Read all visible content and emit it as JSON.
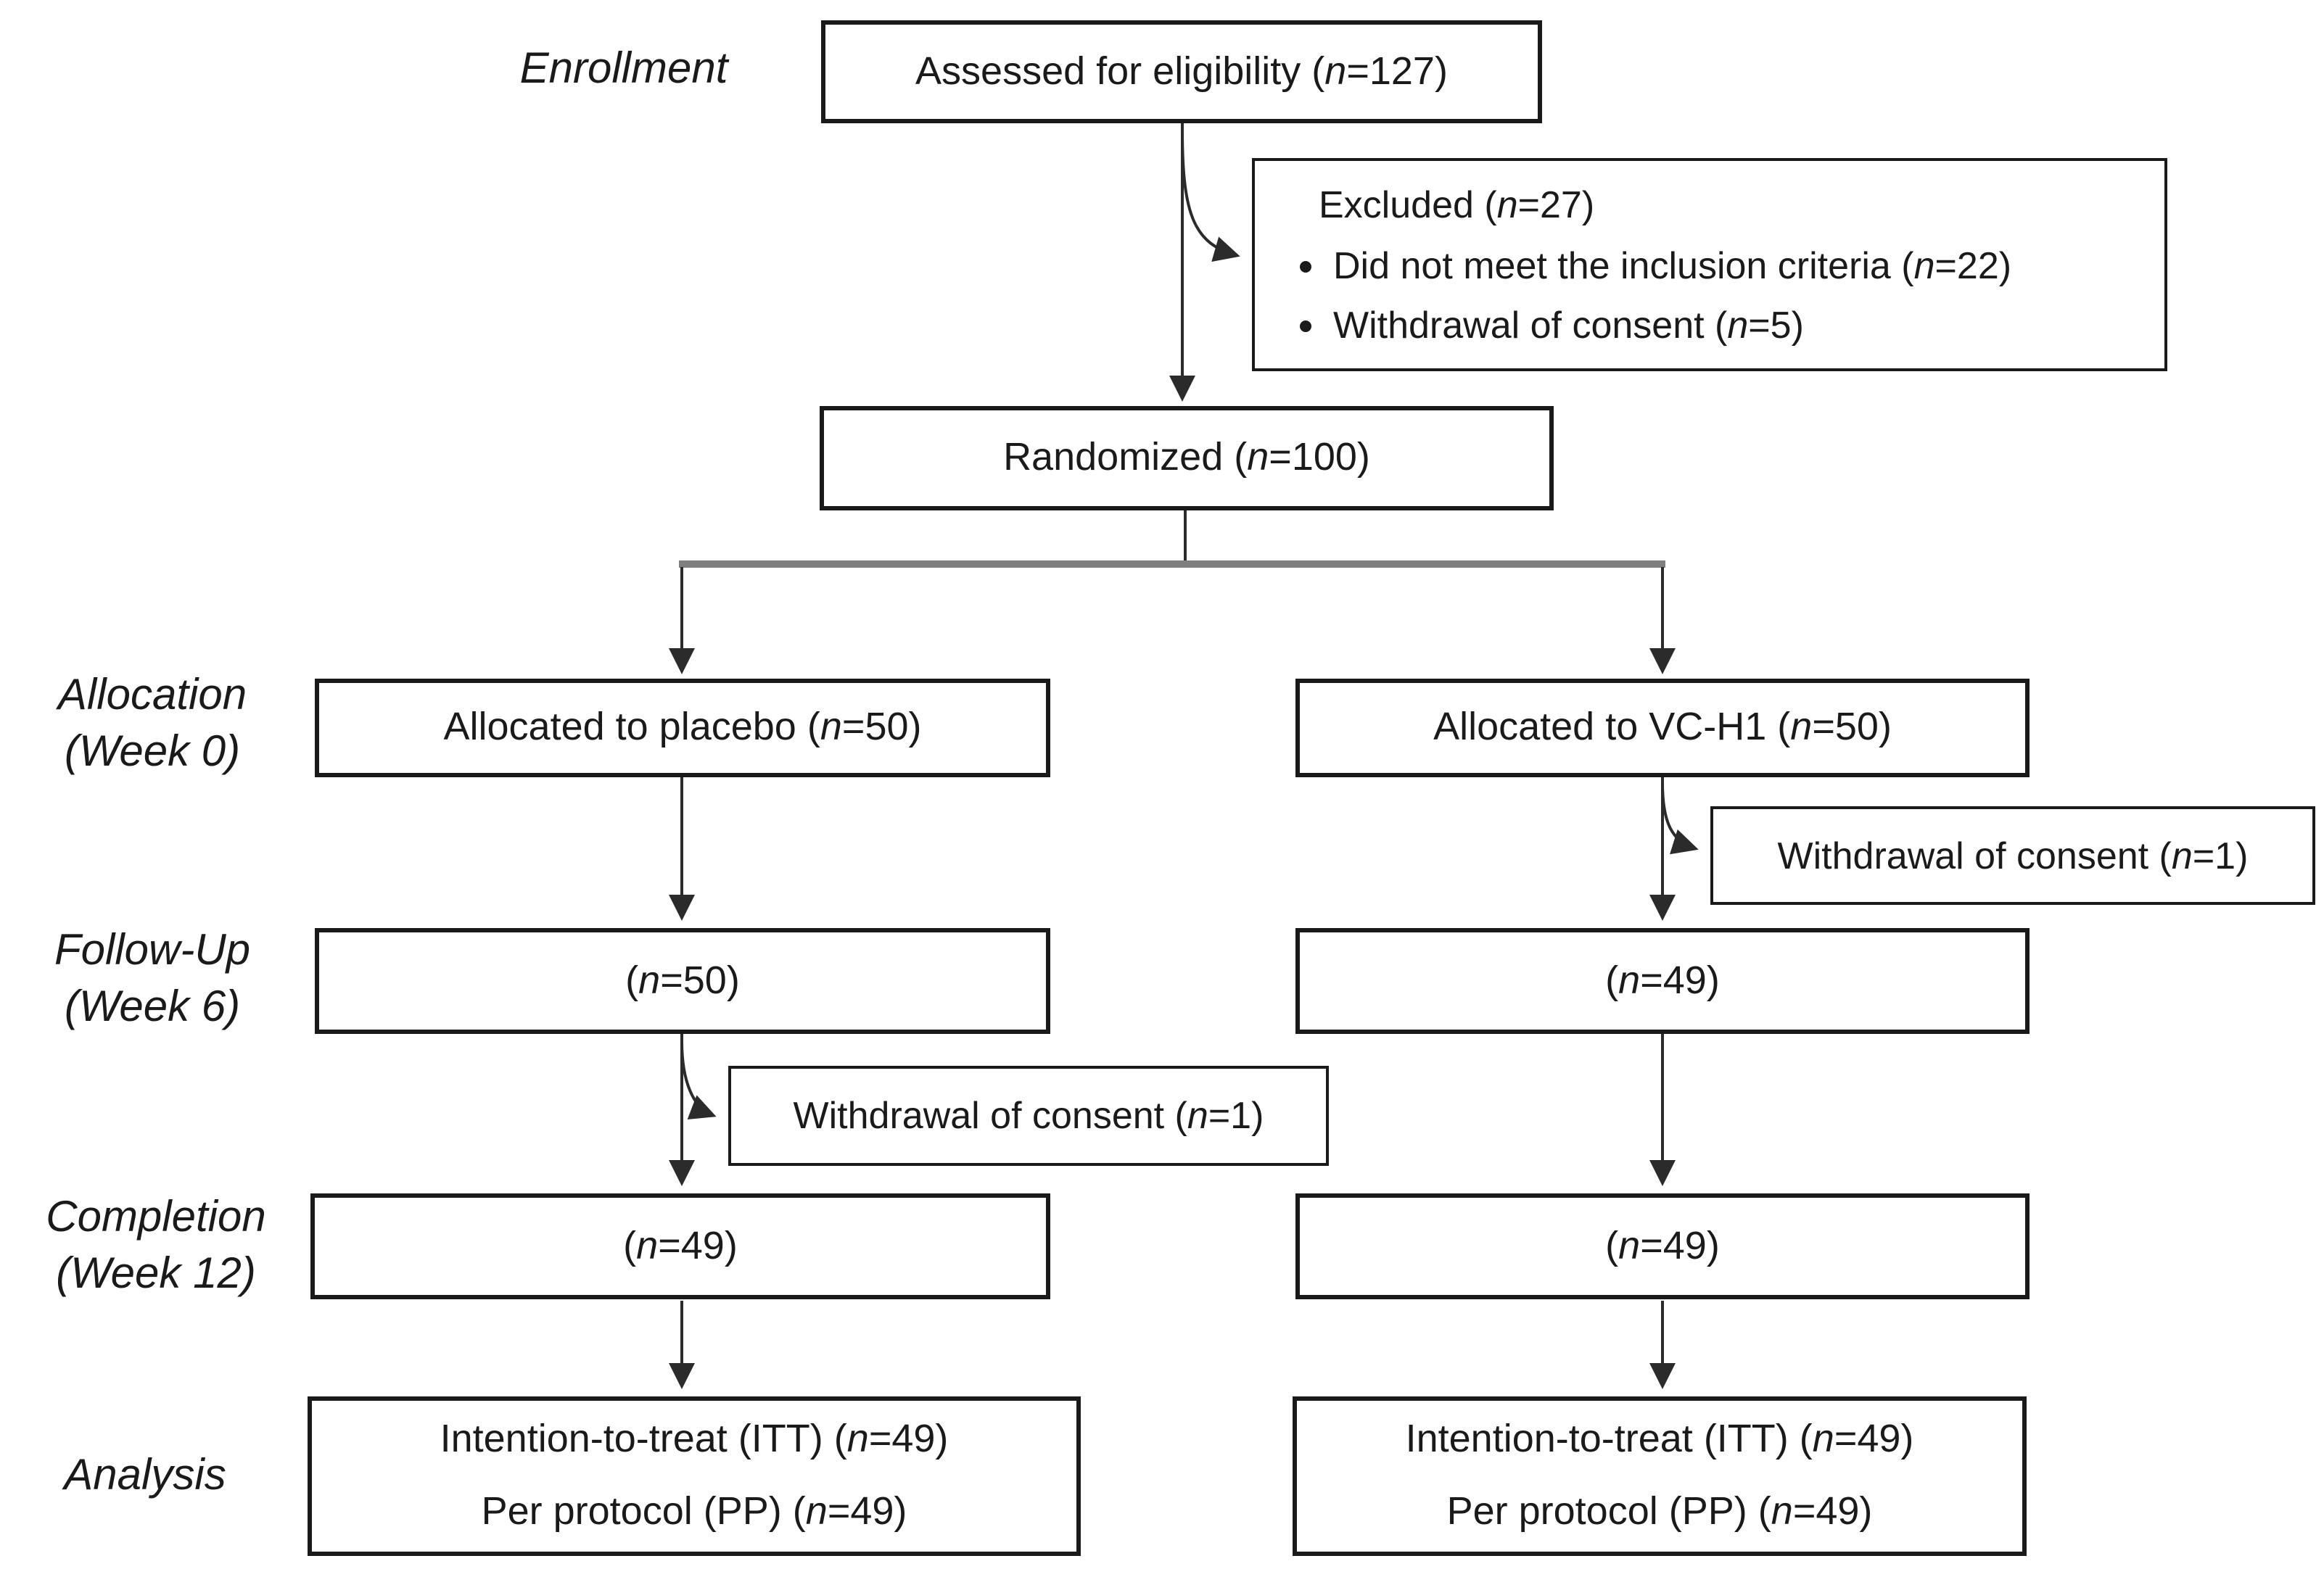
{
  "figure": {
    "background": "#ffffff",
    "line_color": "#2b2b2b",
    "branch_line_color": "#7f7f7f",
    "border_color": "#1a1a1a",
    "text_color": "#1a1a1a"
  },
  "stage_labels": [
    {
      "id": "enrollment",
      "lines": [
        "Enrollment"
      ]
    },
    {
      "id": "allocation",
      "lines": [
        "Allocation",
        "(Week 0)"
      ]
    },
    {
      "id": "follow_up",
      "lines": [
        "Follow-Up",
        "(Week 6)"
      ]
    },
    {
      "id": "completion",
      "lines": [
        "Completion",
        "(Week 12)"
      ]
    },
    {
      "id": "analysis",
      "lines": [
        "Analysis"
      ]
    }
  ],
  "boxes": {
    "assessed": {
      "text": "Assessed for eligibility (n=127)"
    },
    "excluded": {
      "title": "Excluded (n=27)",
      "bullets": [
        "Did not meet the inclusion criteria (n=22)",
        "Withdrawal of consent (n=5)"
      ]
    },
    "randomized": {
      "text": "Randomized (n=100)"
    },
    "placebo_arm": {
      "allocation": "Allocated to placebo (n=50)",
      "follow_up": "(n=50)",
      "withdrawal": "Withdrawal of consent (n=1)",
      "completion": "(n=49)",
      "analysis_lines": [
        "Intention-to-treat (ITT) (n=49)",
        "Per protocol (PP) (n=49)"
      ]
    },
    "vch1_arm": {
      "allocation": "Allocated to VC-H1 (n=50)",
      "withdrawal": "Withdrawal of consent (n=1)",
      "follow_up": "(n=49)",
      "completion": "(n=49)",
      "analysis_lines": [
        "Intention-to-treat (ITT) (n=49)",
        "Per protocol (PP) (n=49)"
      ]
    }
  }
}
